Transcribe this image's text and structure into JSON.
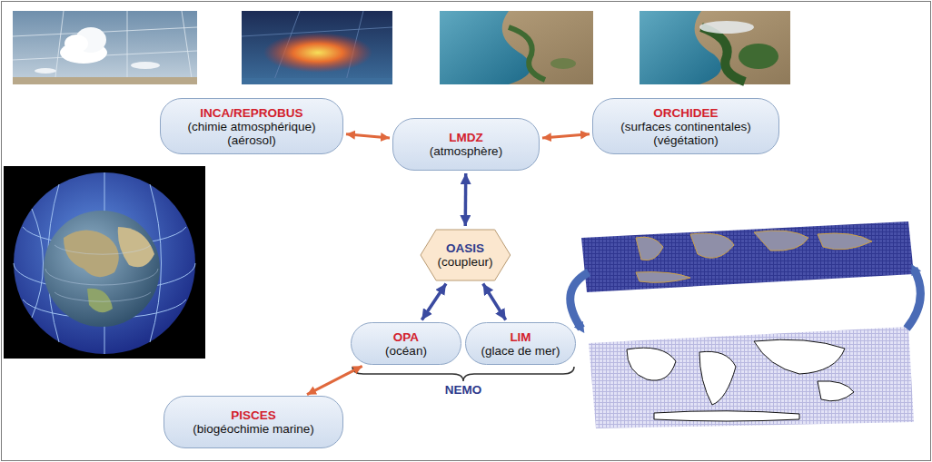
{
  "diagram": {
    "nodes": [
      {
        "text": [
          "INCA/REPROBUS",
          "(chimie atmosphérique)",
          "(aérosol)"
        ]
      },
      {
        "text": [
          "LMDZ",
          "(atmosphère)"
        ]
      },
      {
        "text": [
          "ORCHIDEE",
          "(surfaces continentales)",
          "(végétation)"
        ]
      },
      {
        "text": [
          "OASIS",
          "(coupleur)"
        ]
      },
      {
        "text": [
          "OPA",
          "(océan)"
        ]
      },
      {
        "text": [
          "LIM",
          "(glace de mer)"
        ]
      },
      {
        "text": [
          "PISCES",
          "(biogéochimie marine)"
        ]
      }
    ],
    "edges": [
      {
        "from": 0,
        "to": 1,
        "arrow": "both"
      },
      {
        "from": 2,
        "to": 1,
        "arrow": "both"
      },
      {
        "from": 1,
        "to": 3,
        "arrow": "both"
      },
      {
        "from": 3,
        "to": 4,
        "arrow": "both"
      },
      {
        "from": 3,
        "to": 5,
        "arrow": "both"
      },
      {
        "from": 6,
        "to": 4,
        "arrow": "both"
      }
    ],
    "labels": [
      "NEMO"
    ]
  }
}
